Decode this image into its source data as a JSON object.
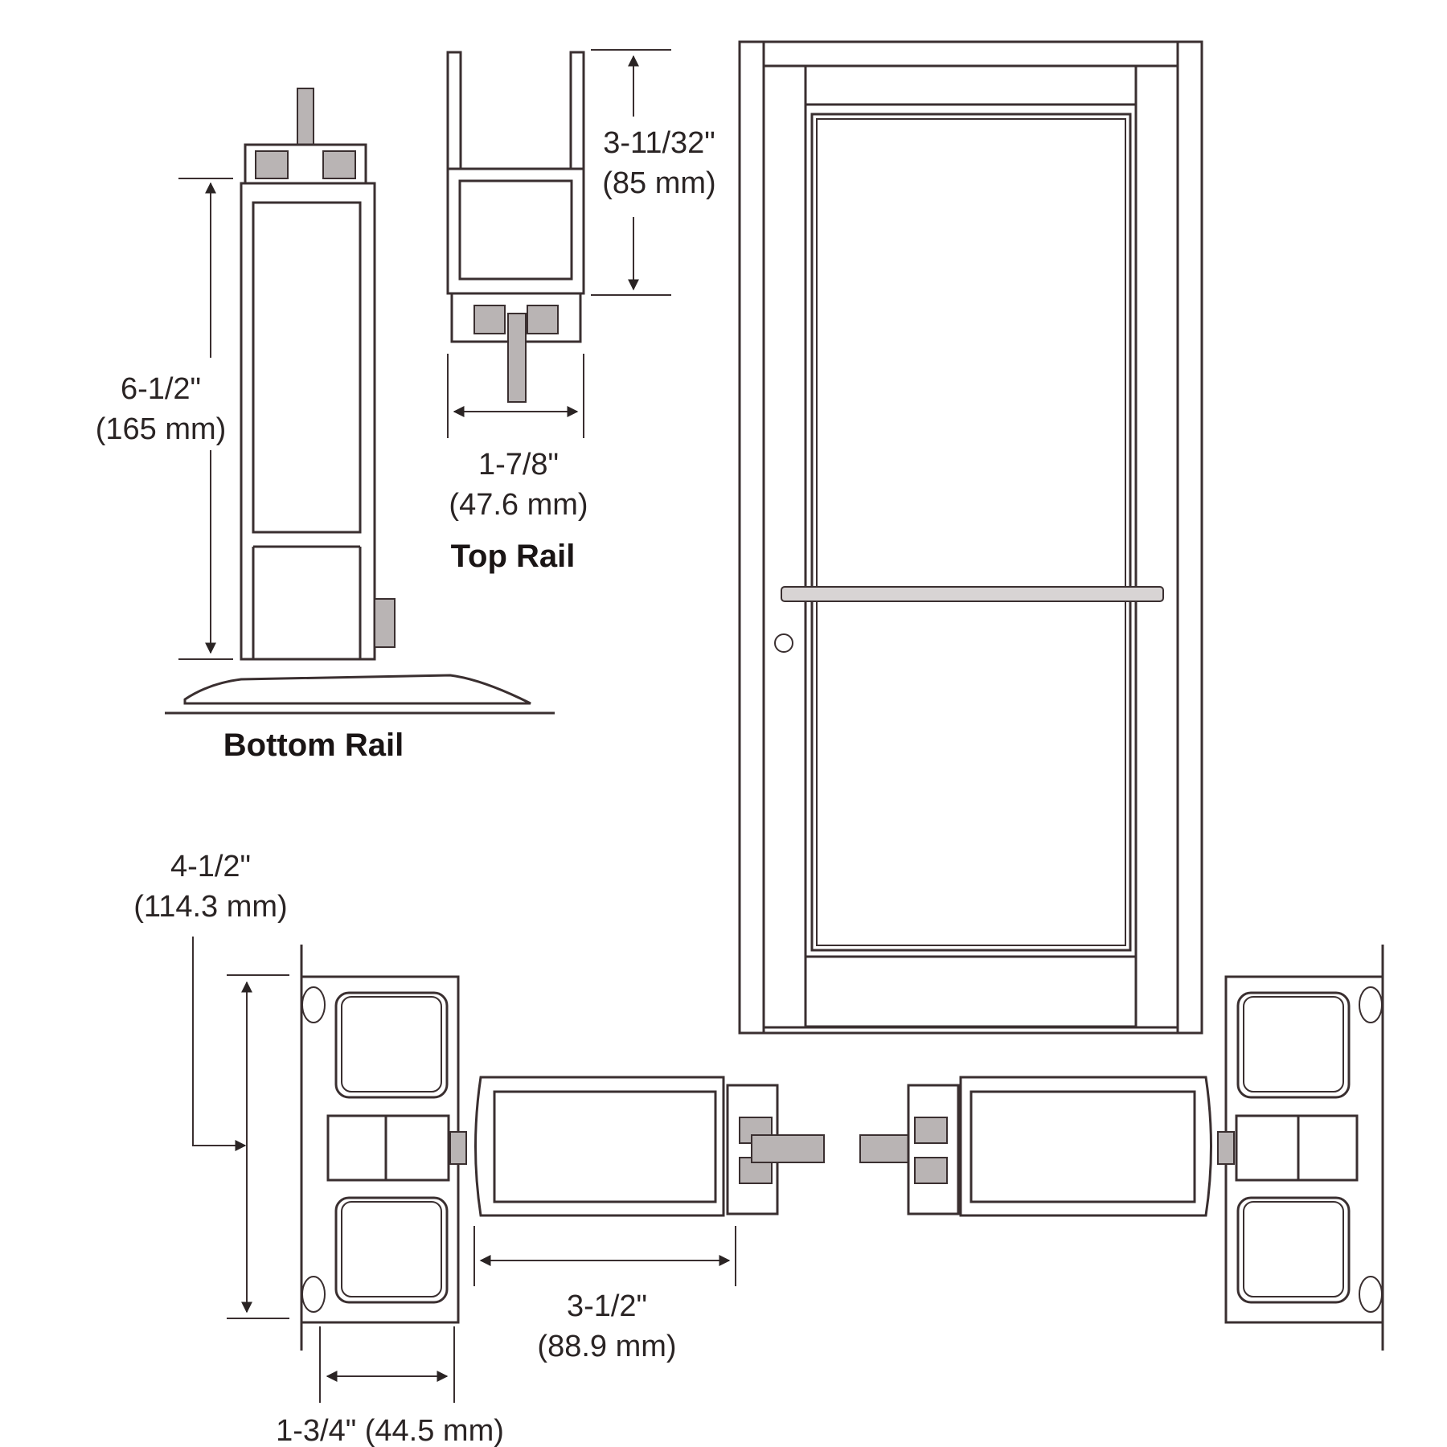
{
  "labels": {
    "bottom_rail_height_in": "6-1/2\"",
    "bottom_rail_height_mm": "(165 mm)",
    "bottom_rail_title": "Bottom Rail",
    "top_rail_height_in": "3-11/32\"",
    "top_rail_height_mm": "(85 mm)",
    "top_rail_width_in": "1-7/8\"",
    "top_rail_width_mm": "(47.6 mm)",
    "top_rail_title": "Top Rail",
    "jamb_depth_in": "4-1/2\"",
    "jamb_depth_mm": "(114.3 mm)",
    "stile_width_in": "3-1/2\"",
    "stile_width_mm": "(88.9 mm)",
    "jamb_width": "1-3/4\" (44.5 mm)"
  },
  "colors": {
    "line": "#3a2f30",
    "metal": "#b9b4b4",
    "background": "#ffffff"
  }
}
